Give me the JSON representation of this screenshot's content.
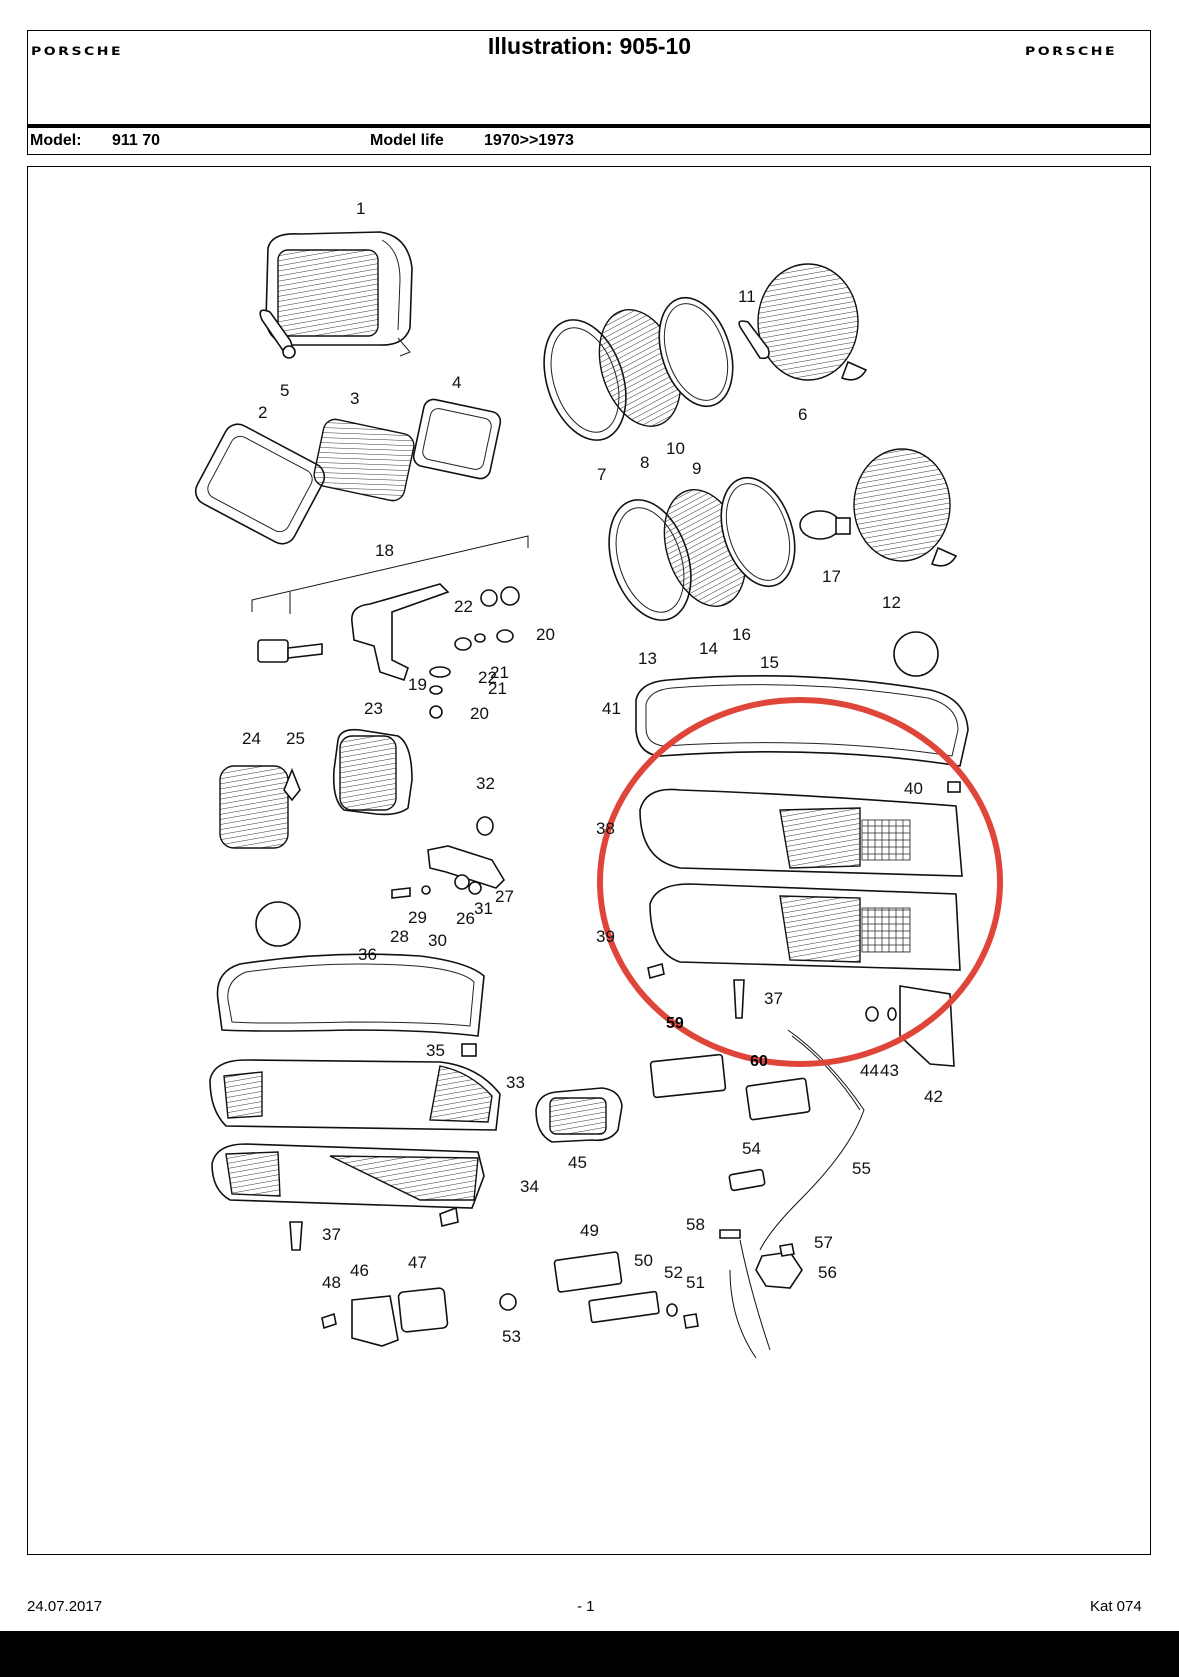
{
  "header": {
    "brand_left": "PORSCHE",
    "brand_right": "PORSCHE",
    "title": "Illustration: 905-10",
    "model_label": "Model:",
    "model_value": "911 70",
    "life_label": "Model life",
    "life_value": "1970>>1973"
  },
  "callouts": [
    "1",
    "2",
    "3",
    "4",
    "5",
    "6",
    "7",
    "8",
    "9",
    "10",
    "11",
    "12",
    "13",
    "14",
    "15",
    "16",
    "17",
    "18",
    "19",
    "20",
    "20",
    "21",
    "21",
    "22",
    "22",
    "23",
    "24",
    "25",
    "26",
    "27",
    "28",
    "29",
    "30",
    "31",
    "32",
    "33",
    "34",
    "35",
    "36",
    "37",
    "37",
    "38",
    "39",
    "40",
    "41",
    "42",
    "43",
    "44",
    "45",
    "46",
    "47",
    "48",
    "49",
    "50",
    "51",
    "52",
    "53",
    "54",
    "55",
    "56",
    "57",
    "58",
    "59",
    "60"
  ],
  "highlight": {
    "color": "#e0453a"
  },
  "footer": {
    "date": "24.07.2017",
    "page": "- 1",
    "catalog": "Kat 074"
  }
}
